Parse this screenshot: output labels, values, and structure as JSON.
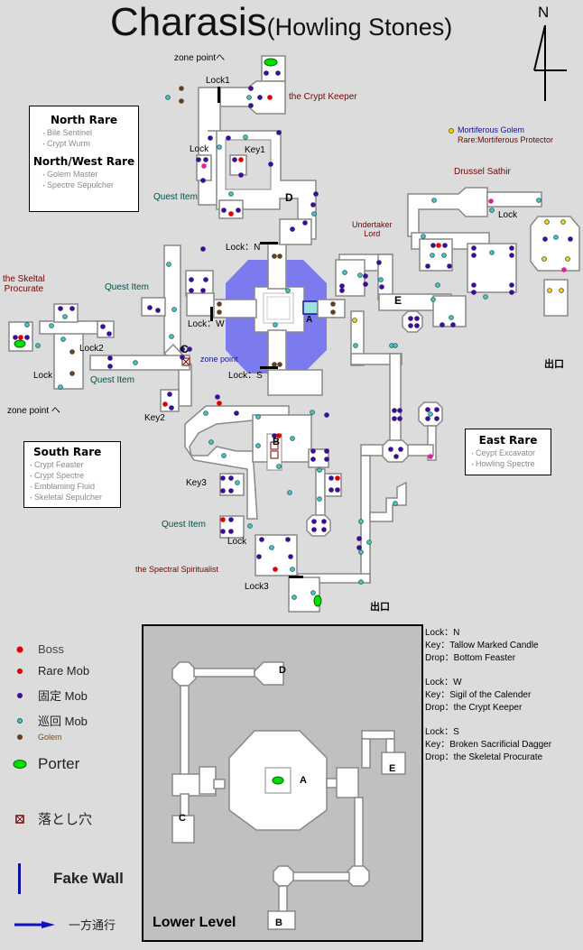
{
  "title": {
    "main": "Charasis",
    "sub": "(Howling Stones)"
  },
  "compass": {
    "label": "N"
  },
  "rare_boxes": {
    "north": {
      "title": "North Rare",
      "items": [
        "Bile Sentinel",
        "Crypt Wurm"
      ]
    },
    "north_west": {
      "title": "North/West Rare",
      "items": [
        "Golem Master",
        "Spectre Sepulcher"
      ]
    },
    "south": {
      "title": "South Rare",
      "items": [
        "Crypt Feaster",
        "Crypt Spectre",
        "Emblaming Fluid",
        "Skeletal Sepulcher"
      ]
    },
    "east": {
      "title": "East Rare",
      "items": [
        "Ceypt Excavator",
        "Howling Spectre"
      ]
    }
  },
  "golem_note": {
    "name": "Mortiferous Golem",
    "rare": "Rare:Mortiferous Protector"
  },
  "map_labels": {
    "zone_point_north": "zone pointへ",
    "lock1": "Lock1",
    "crypt_keeper": "the Crypt Keeper",
    "lock_nw": "Lock",
    "key1": "Key1",
    "quest_item_nw": "Quest Item",
    "d_marker": "D",
    "drussel": "Drussel Sathir",
    "lock_ne": "Lock",
    "undertaker": "Undertaker\nLord",
    "lock_n": "Lock：N",
    "lock_w": "Lock：W",
    "lock_s": "Lock：S",
    "a_marker": "A",
    "e_marker": "E",
    "c_marker": "C",
    "b_marker": "B",
    "zone_point_center": "zone point",
    "skeltal": "the Skeltal\nProcurate",
    "quest_item_w1": "Quest Item",
    "lock2": "Lock2",
    "lock_w2": "Lock",
    "quest_item_w2": "Quest Item",
    "zone_point_west": "zone point へ",
    "key2": "Key2",
    "key3": "Key3",
    "quest_item_s": "Quest Item",
    "lock_s2": "Lock",
    "spectral": "the Spectral Spiritualist",
    "lock3": "Lock3",
    "exit_south": "出口",
    "exit_east": "出口"
  },
  "legend": [
    {
      "icon": "boss-dot",
      "label": "Boss",
      "color": "#e00000"
    },
    {
      "icon": "rare-dot",
      "label": "Rare Mob",
      "color": "#d00000"
    },
    {
      "icon": "fixed-dot",
      "label": "固定 Mob",
      "color": "#3a1090"
    },
    {
      "icon": "roam-dot",
      "label": "巡回 Mob",
      "color": "#40c8c0"
    },
    {
      "icon": "golem-dot",
      "label": "Golem",
      "color": "#604020"
    },
    {
      "icon": "porter-oval",
      "label": "Porter",
      "color": "#00cc00"
    },
    {
      "icon": "trapdoor",
      "label": "落とし穴",
      "color": "#7a0000"
    },
    {
      "icon": "fake-wall",
      "label": "Fake Wall",
      "color": "#1010a0"
    },
    {
      "icon": "one-way-arrow",
      "label": "一方通行",
      "color": "#1010c0"
    }
  ],
  "lower_level": {
    "label": "Lower Level",
    "markers": [
      "A",
      "B",
      "C",
      "D",
      "E"
    ]
  },
  "lock_info": [
    {
      "lock": "Lock：N",
      "key": "Key：Tallow Marked Candle",
      "drop": "Drop：Bottom Feaster"
    },
    {
      "lock": "Lock：W",
      "key": "Key：Sigil of the Calender",
      "drop": "Drop：the Crypt Keeper"
    },
    {
      "lock": "Lock：S",
      "key": "Key：Broken Sacrificial Dagger",
      "drop": "Drop：the Skeletal Procurate"
    }
  ],
  "colors": {
    "background": "#dcdcdc",
    "room": "#ffffff",
    "wall": "#808080",
    "center_octagon": "#7b7bef",
    "lower_bg": "#c0c0c0"
  }
}
